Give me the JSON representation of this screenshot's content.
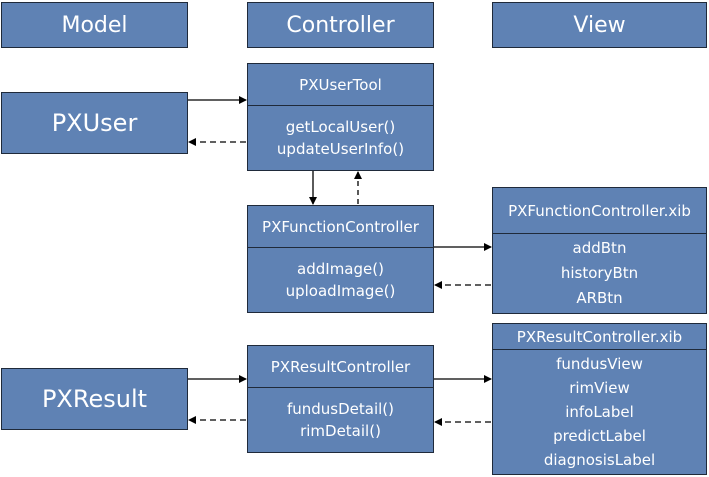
{
  "headers": {
    "model": "Model",
    "controller": "Controller",
    "view": "View"
  },
  "model": {
    "user": "PXUser",
    "result": "PXResult"
  },
  "user_tool": {
    "title": "PXUserTool",
    "methods": [
      "getLocalUser()",
      "updateUserInfo()"
    ]
  },
  "function_controller": {
    "title": "PXFunctionController",
    "methods": [
      "addImage()",
      "uploadImage()"
    ]
  },
  "result_controller": {
    "title": "PXResultController",
    "methods": [
      "fundusDetail()",
      "rimDetail()"
    ]
  },
  "function_xib": {
    "title": "PXFunctionController.xib",
    "items": [
      "addBtn",
      "historyBtn",
      "ARBtn"
    ]
  },
  "result_xib": {
    "title": "PXResultController.xib",
    "items": [
      "fundusView",
      "rimView",
      "infoLabel",
      "predictLabel",
      "diagnosisLabel"
    ]
  },
  "colors": {
    "box_fill": "#5f82b4",
    "border": "#1f2a3a",
    "text": "#ffffff",
    "arrow": "#000000"
  }
}
